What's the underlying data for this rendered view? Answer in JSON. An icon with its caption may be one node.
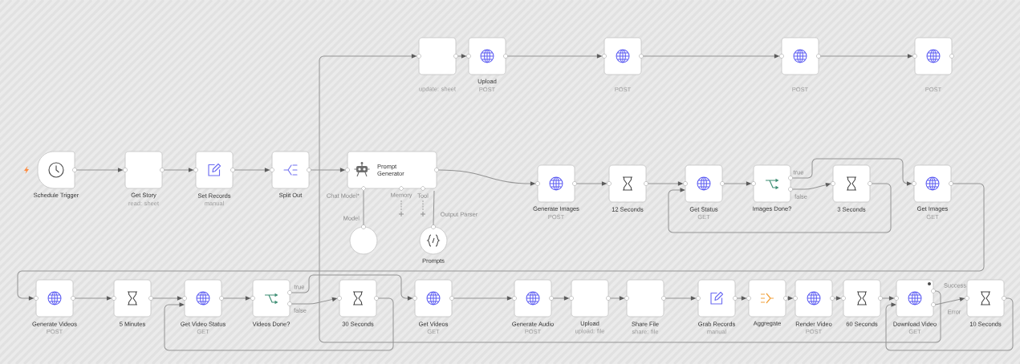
{
  "diagram": {
    "nodes": [
      {
        "text": [],
        "shape": "box",
        "beside": [
          "update: sheet"
        ]
      },
      {
        "text": [
          "Upload"
        ],
        "beside": [
          "POST"
        ]
      },
      {
        "text": [],
        "shape": "box",
        "beside": [
          "POST"
        ]
      },
      {
        "text": [],
        "shape": "box",
        "beside": [
          "POST"
        ]
      },
      {
        "text": [],
        "shape": "box",
        "beside": [
          "POST"
        ]
      },
      {
        "text": [
          "Schedule Trigger"
        ]
      },
      {
        "text": [
          "Get Story"
        ],
        "beside": [
          "read: sheet"
        ]
      },
      {
        "text": [
          "Set Records"
        ],
        "beside": [
          "manual"
        ]
      },
      {
        "text": [
          "Split Out"
        ]
      },
      {
        "text": [
          "Prompt Generator"
        ],
        "beside": [
          "Chat Model*",
          "Memory",
          "Tool"
        ]
      },
      {
        "text": [
          "Generate Images"
        ],
        "beside": [
          "POST"
        ]
      },
      {
        "text": [
          "12 Seconds"
        ]
      },
      {
        "text": [
          "Get Status"
        ],
        "beside": [
          "GET"
        ]
      },
      {
        "text": [
          "Images Done?"
        ]
      },
      {
        "text": [
          "3 Seconds"
        ]
      },
      {
        "text": [
          "Get Images"
        ],
        "beside": [
          "GET"
        ]
      },
      {
        "text": [],
        "shape": "circle",
        "beside": [
          "Model"
        ]
      },
      {
        "text": [
          "Prompts"
        ],
        "beside": [
          "Output Parser"
        ]
      },
      {
        "text": [
          "Generate Videos"
        ],
        "beside": [
          "POST"
        ]
      },
      {
        "text": [
          "5 Minutes"
        ]
      },
      {
        "text": [
          "Get Video Status"
        ],
        "beside": [
          "GET"
        ]
      },
      {
        "text": [
          "Videos Done?"
        ]
      },
      {
        "text": [
          "30 Seconds"
        ]
      },
      {
        "text": [
          "Get Videos"
        ],
        "beside": [
          "GET"
        ]
      },
      {
        "text": [
          "Generate Audio"
        ],
        "beside": [
          "POST"
        ]
      },
      {
        "text": [
          "Upload"
        ],
        "beside": [
          "upload: file"
        ]
      },
      {
        "text": [
          "Share File"
        ],
        "beside": [
          "share: file"
        ]
      },
      {
        "text": [
          "Grab Records"
        ],
        "beside": [
          "manual"
        ]
      },
      {
        "text": [
          "Aggregate"
        ]
      },
      {
        "text": [
          "Render Video"
        ],
        "beside": [
          "POST"
        ]
      },
      {
        "text": [
          "60 Seconds"
        ]
      },
      {
        "text": [
          "Download Video"
        ],
        "beside": [
          "GET"
        ]
      },
      {
        "text": [
          "10 Seconds"
        ]
      }
    ],
    "edges": [
      {
        "from": 5,
        "to": 6,
        "arrow": "to"
      },
      {
        "from": 6,
        "to": 7,
        "arrow": "to"
      },
      {
        "from": 7,
        "to": 8,
        "arrow": "to"
      },
      {
        "from": 8,
        "to": 9,
        "arrow": "to"
      },
      {
        "from": 9,
        "to": 10,
        "arrow": "to"
      },
      {
        "from": 10,
        "to": 11,
        "arrow": "to"
      },
      {
        "from": 11,
        "to": 12,
        "arrow": "to"
      },
      {
        "from": 12,
        "to": 13,
        "arrow": "to"
      },
      {
        "from": 13,
        "to": 15,
        "arrow": "to",
        "label": "true"
      },
      {
        "from": 13,
        "to": 14,
        "arrow": "to",
        "label": "false"
      },
      {
        "from": 14,
        "to": 12,
        "arrow": "to"
      },
      {
        "from": 15,
        "to": 18,
        "arrow": "to"
      },
      {
        "from": 16,
        "to": 9,
        "arrow": "none"
      },
      {
        "from": 17,
        "to": 9,
        "arrow": "none"
      },
      {
        "from": 18,
        "to": 19,
        "arrow": "to"
      },
      {
        "from": 19,
        "to": 20,
        "arrow": "to"
      },
      {
        "from": 20,
        "to": 21,
        "arrow": "to"
      },
      {
        "from": 21,
        "to": 23,
        "arrow": "to",
        "label": "true"
      },
      {
        "from": 21,
        "to": 22,
        "arrow": "to",
        "label": "false"
      },
      {
        "from": 22,
        "to": 20,
        "arrow": "to"
      },
      {
        "from": 23,
        "to": 24,
        "arrow": "to"
      },
      {
        "from": 24,
        "to": 25,
        "arrow": "to"
      },
      {
        "from": 25,
        "to": 26,
        "arrow": "to"
      },
      {
        "from": 26,
        "to": 27,
        "arrow": "to"
      },
      {
        "from": 27,
        "to": 28,
        "arrow": "to"
      },
      {
        "from": 28,
        "to": 29,
        "arrow": "to"
      },
      {
        "from": 29,
        "to": 30,
        "arrow": "to"
      },
      {
        "from": 30,
        "to": 31,
        "arrow": "to"
      },
      {
        "from": 31,
        "to": 0,
        "arrow": "to",
        "label": "Success"
      },
      {
        "from": 31,
        "to": 32,
        "arrow": "to",
        "label": "Error"
      },
      {
        "from": 32,
        "to": 31,
        "arrow": "to"
      },
      {
        "from": 0,
        "to": 1,
        "arrow": "to"
      },
      {
        "from": 1,
        "to": 2,
        "arrow": "to"
      },
      {
        "from": 2,
        "to": 3,
        "arrow": "to"
      },
      {
        "from": 3,
        "to": 4,
        "arrow": "to"
      }
    ]
  }
}
